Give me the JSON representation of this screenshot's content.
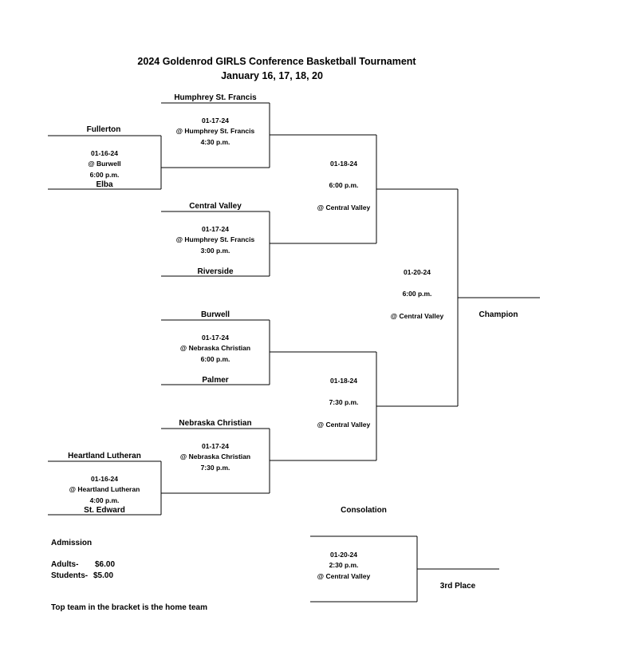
{
  "title": {
    "line1": "2024  Goldenrod GIRLS Conference Basketball Tournament",
    "line2": "January 16, 17, 18, 20"
  },
  "first_round": [
    {
      "top_team": "Fullerton",
      "bottom_team": "Elba",
      "date": "01-16-24",
      "location": "@ Burwell",
      "time": "6:00 p.m."
    },
    {
      "top_team": "Heartland Lutheran",
      "bottom_team": "St. Edward",
      "date": "01-16-24",
      "location": "@ Heartland Lutheran",
      "time": "4:00 p.m."
    }
  ],
  "quarterfinals": [
    {
      "top_team": "Humphrey  St. Francis",
      "bottom_team": "",
      "date": "01-17-24",
      "location": "@ Humphrey  St. Francis",
      "time": "4:30 p.m."
    },
    {
      "top_team": "Central Valley",
      "bottom_team": "Riverside",
      "date": "01-17-24",
      "location": "@ Humphrey  St. Francis",
      "time": "3:00 p.m."
    },
    {
      "top_team": "Burwell",
      "bottom_team": "Palmer",
      "date": "01-17-24",
      "location": "@ Nebraska Christian",
      "time": "6:00 p.m."
    },
    {
      "top_team": "Nebraska Christian",
      "bottom_team": "",
      "date": "01-17-24",
      "location": "@ Nebraska Christian",
      "time": "7:30 p.m."
    }
  ],
  "semifinals": [
    {
      "date": "01-18-24",
      "time": "6:00 p.m.",
      "location": "@ Central Valley"
    },
    {
      "date": "01-18-24",
      "time": "7:30 p.m.",
      "location": "@ Central Valley"
    }
  ],
  "final": {
    "date": "01-20-24",
    "time": "6:00 p.m.",
    "location": "@ Central Valley",
    "label": "Champion"
  },
  "consolation": {
    "heading": "Consolation",
    "date": "01-20-24",
    "time": "2:30 p.m.",
    "location": "@ Central Valley",
    "label": "3rd Place"
  },
  "admission": {
    "heading": "Admission",
    "adults_label": "Adults-",
    "adults_price": "$6.00",
    "students_label": "Students-",
    "students_price": "$5.00"
  },
  "footnote": "Top team in the bracket is the home team"
}
